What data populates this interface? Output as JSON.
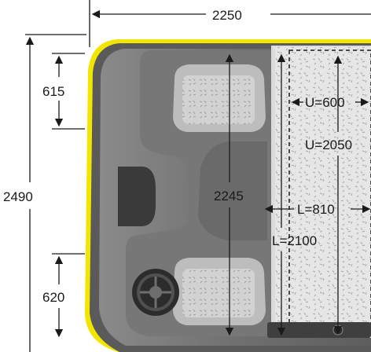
{
  "dimensions": {
    "total_width": "2250",
    "total_length": "2490",
    "front_overhang": "615",
    "rear_overhang": "620",
    "interior_length": "2245",
    "cargo_width_top": "U=600",
    "cargo_length": "U=2050",
    "cargo_width": "L=810",
    "cargo_length_lower": "L=2100"
  },
  "colors": {
    "body": "#6b6b6b",
    "body_dark": "#4a4a4a",
    "seat": "#c9c9c9",
    "trim": "#f2e600",
    "cargo_floor": "#e4e4e4",
    "dimension_line": "#1a1a1a"
  }
}
